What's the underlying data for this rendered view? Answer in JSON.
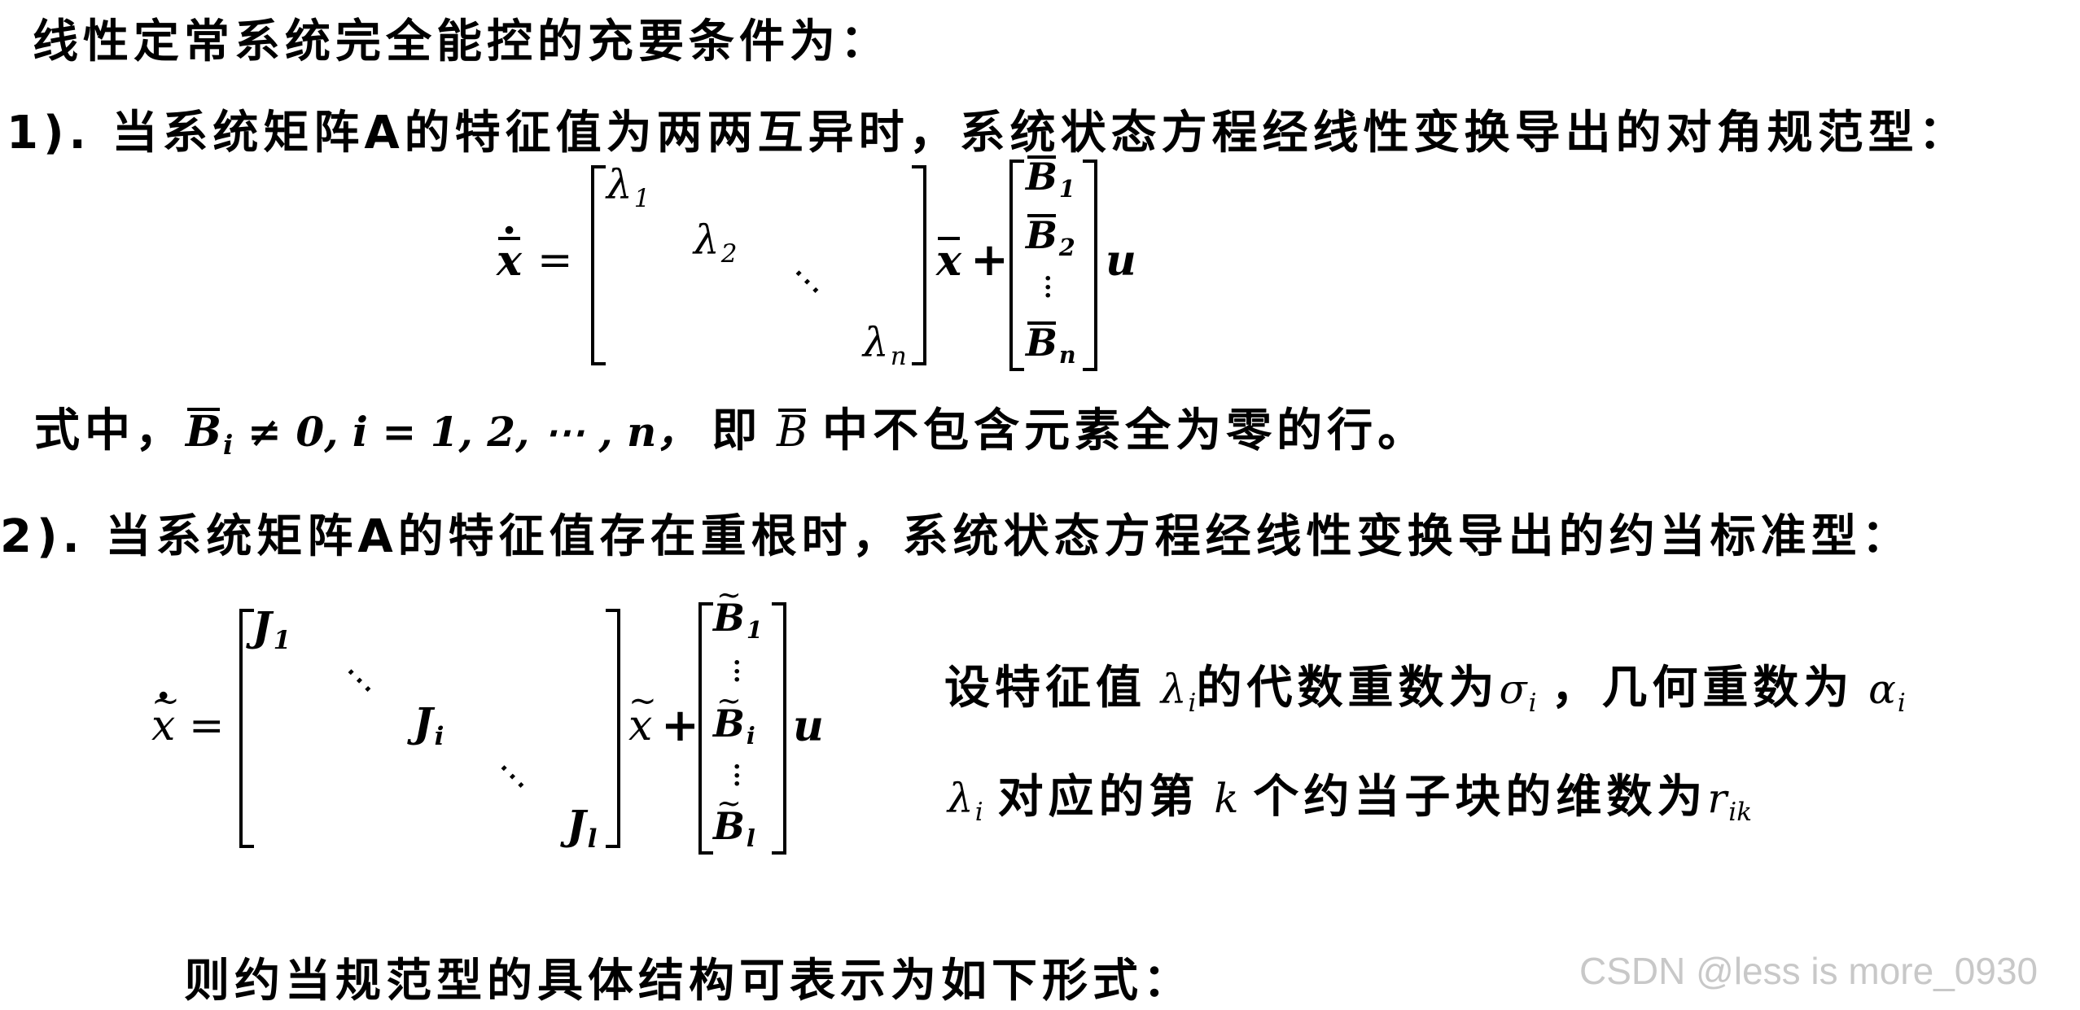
{
  "text": {
    "title": "线性定常系统完全能控的充要条件为：",
    "item1_heading": "1). 当系统矩阵A的特征值为两两互异时，系统状态方程经线性变换导出的对角规范型：",
    "item1_note_prefix": "式中，",
    "item1_note_cond": "≠ 0, i = 1, 2, ⋯ , n，",
    "item1_note_mid": "即",
    "item1_note_suffix": "中不包含元素全为零的行。",
    "item2_heading": "2). 当系统矩阵A的特征值存在重根时，系统状态方程经线性变换导出的约当标准型：",
    "note2_line1_a": "设特征值",
    "note2_line1_b": "的代数重数为",
    "note2_line1_c": "，几何重数为",
    "note2_line2_a": "对应的第",
    "note2_line2_b": "个约当子块的维数为",
    "final": "则约当规范型的具体结构可表示为如下形式："
  },
  "symbols": {
    "x": "x",
    "equals": "=",
    "plus": "+",
    "u": "u",
    "lambda": "λ",
    "B": "B",
    "J": "J",
    "sigma": "σ",
    "alpha": "α",
    "r": "r",
    "k": "k",
    "i": "i",
    "ik": "ik",
    "sub_1": "1",
    "sub_2": "2",
    "sub_n": "n",
    "sub_i": "i",
    "sub_l": "l"
  },
  "watermark": "CSDN @less is more_0930"
}
